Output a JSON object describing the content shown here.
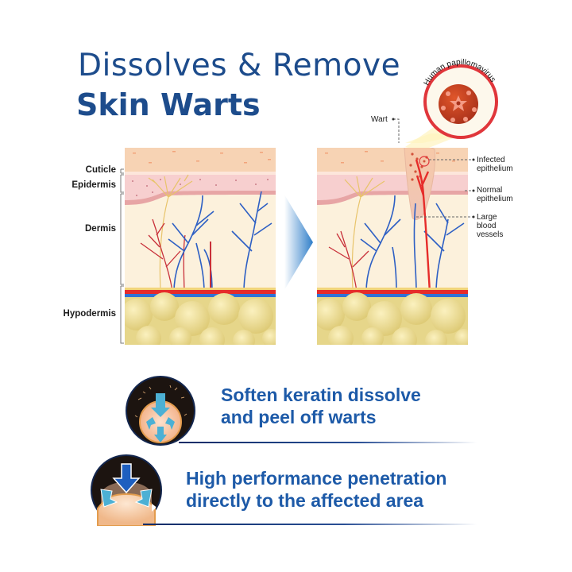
{
  "header": {
    "title_line1": "Dissolves & Remove",
    "title_line2": "Skin Warts"
  },
  "virus_callout": {
    "label": "Human papillomavirus"
  },
  "left_panel": {
    "layer_labels": [
      "Cuticle",
      "Epidermis",
      "Dermis",
      "Hypodermis"
    ]
  },
  "right_panel": {
    "annotations": {
      "wart": "Wart",
      "infected": [
        "Infected",
        "epithelium"
      ],
      "normal": [
        "Normal",
        "epithelium"
      ],
      "vessels": [
        "Large",
        "blood",
        "vessels"
      ]
    }
  },
  "features": [
    {
      "icon": "keratin-dissolve-icon",
      "line1": "Soften keratin dissolve",
      "line2": "and peel off warts"
    },
    {
      "icon": "penetration-arrows-icon",
      "line1": "High performance penetration",
      "line2": "directly to the affected area"
    }
  ],
  "colors": {
    "brand_blue": "#1d4c8c",
    "feature_blue": "#1d5aa8",
    "virus_ring": "#e0363b",
    "skin_top": "#f7d3b4",
    "dermis": "#fcf1dc",
    "fat": "#eedd95"
  }
}
